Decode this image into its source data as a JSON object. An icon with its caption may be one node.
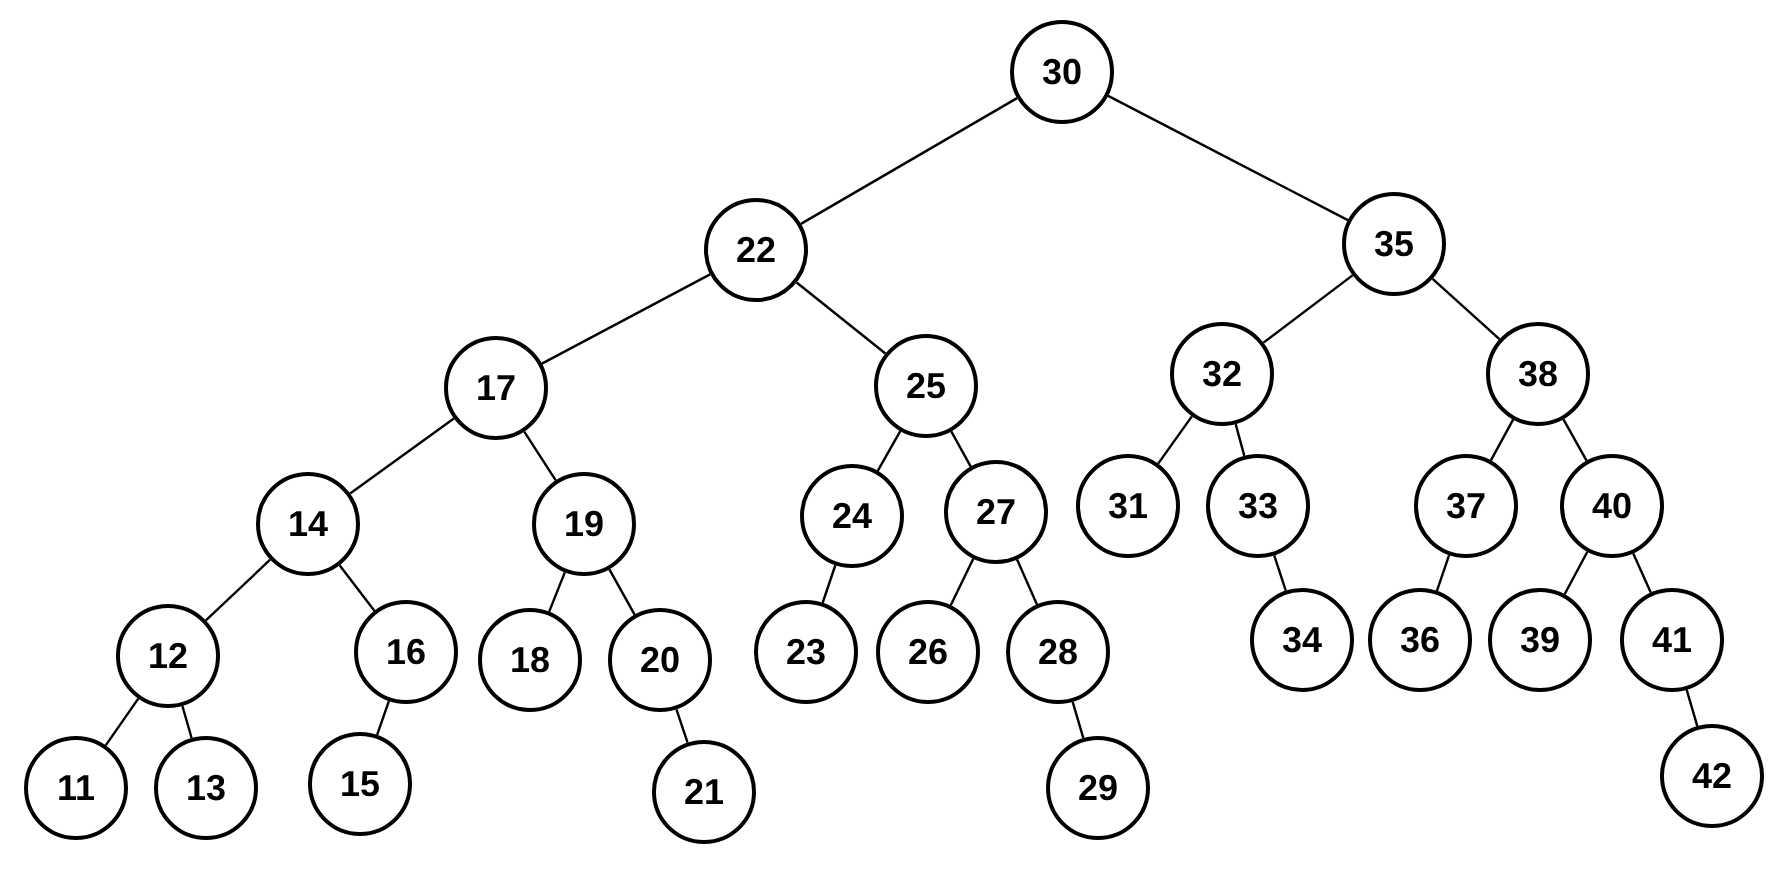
{
  "diagram": {
    "nodes": [
      {
        "text": [
          "30"
        ]
      },
      {
        "text": [
          "22"
        ]
      },
      {
        "text": [
          "35"
        ]
      },
      {
        "text": [
          "17"
        ]
      },
      {
        "text": [
          "25"
        ]
      },
      {
        "text": [
          "32"
        ]
      },
      {
        "text": [
          "38"
        ]
      },
      {
        "text": [
          "14"
        ]
      },
      {
        "text": [
          "19"
        ]
      },
      {
        "text": [
          "24"
        ]
      },
      {
        "text": [
          "27"
        ]
      },
      {
        "text": [
          "31"
        ]
      },
      {
        "text": [
          "33"
        ]
      },
      {
        "text": [
          "37"
        ]
      },
      {
        "text": [
          "40"
        ]
      },
      {
        "text": [
          "12"
        ]
      },
      {
        "text": [
          "16"
        ]
      },
      {
        "text": [
          "18"
        ]
      },
      {
        "text": [
          "20"
        ]
      },
      {
        "text": [
          "23"
        ]
      },
      {
        "text": [
          "26"
        ]
      },
      {
        "text": [
          "28"
        ]
      },
      {
        "text": [
          "34"
        ]
      },
      {
        "text": [
          "36"
        ]
      },
      {
        "text": [
          "39"
        ]
      },
      {
        "text": [
          "41"
        ]
      },
      {
        "text": [
          "11"
        ]
      },
      {
        "text": [
          "13"
        ]
      },
      {
        "text": [
          "15"
        ]
      },
      {
        "text": [
          "21"
        ]
      },
      {
        "text": [
          "29"
        ]
      },
      {
        "text": [
          "42"
        ]
      }
    ],
    "edges": [
      {
        "from": 0,
        "to": 1,
        "arrow": "none"
      },
      {
        "from": 0,
        "to": 2,
        "arrow": "none"
      },
      {
        "from": 1,
        "to": 3,
        "arrow": "none"
      },
      {
        "from": 1,
        "to": 4,
        "arrow": "none"
      },
      {
        "from": 2,
        "to": 5,
        "arrow": "none"
      },
      {
        "from": 2,
        "to": 6,
        "arrow": "none"
      },
      {
        "from": 3,
        "to": 7,
        "arrow": "none"
      },
      {
        "from": 3,
        "to": 8,
        "arrow": "none"
      },
      {
        "from": 4,
        "to": 9,
        "arrow": "none"
      },
      {
        "from": 4,
        "to": 10,
        "arrow": "none"
      },
      {
        "from": 5,
        "to": 11,
        "arrow": "none"
      },
      {
        "from": 5,
        "to": 12,
        "arrow": "none"
      },
      {
        "from": 6,
        "to": 13,
        "arrow": "none"
      },
      {
        "from": 6,
        "to": 14,
        "arrow": "none"
      },
      {
        "from": 7,
        "to": 15,
        "arrow": "none"
      },
      {
        "from": 7,
        "to": 16,
        "arrow": "none"
      },
      {
        "from": 8,
        "to": 17,
        "arrow": "none"
      },
      {
        "from": 8,
        "to": 18,
        "arrow": "none"
      },
      {
        "from": 9,
        "to": 19,
        "arrow": "none"
      },
      {
        "from": 10,
        "to": 20,
        "arrow": "none"
      },
      {
        "from": 10,
        "to": 21,
        "arrow": "none"
      },
      {
        "from": 12,
        "to": 22,
        "arrow": "none"
      },
      {
        "from": 13,
        "to": 23,
        "arrow": "none"
      },
      {
        "from": 14,
        "to": 24,
        "arrow": "none"
      },
      {
        "from": 14,
        "to": 25,
        "arrow": "none"
      },
      {
        "from": 15,
        "to": 26,
        "arrow": "none"
      },
      {
        "from": 15,
        "to": 27,
        "arrow": "none"
      },
      {
        "from": 16,
        "to": 28,
        "arrow": "none"
      },
      {
        "from": 18,
        "to": 29,
        "arrow": "none"
      },
      {
        "from": 21,
        "to": 30,
        "arrow": "none"
      },
      {
        "from": 25,
        "to": 31,
        "arrow": "none"
      }
    ]
  }
}
